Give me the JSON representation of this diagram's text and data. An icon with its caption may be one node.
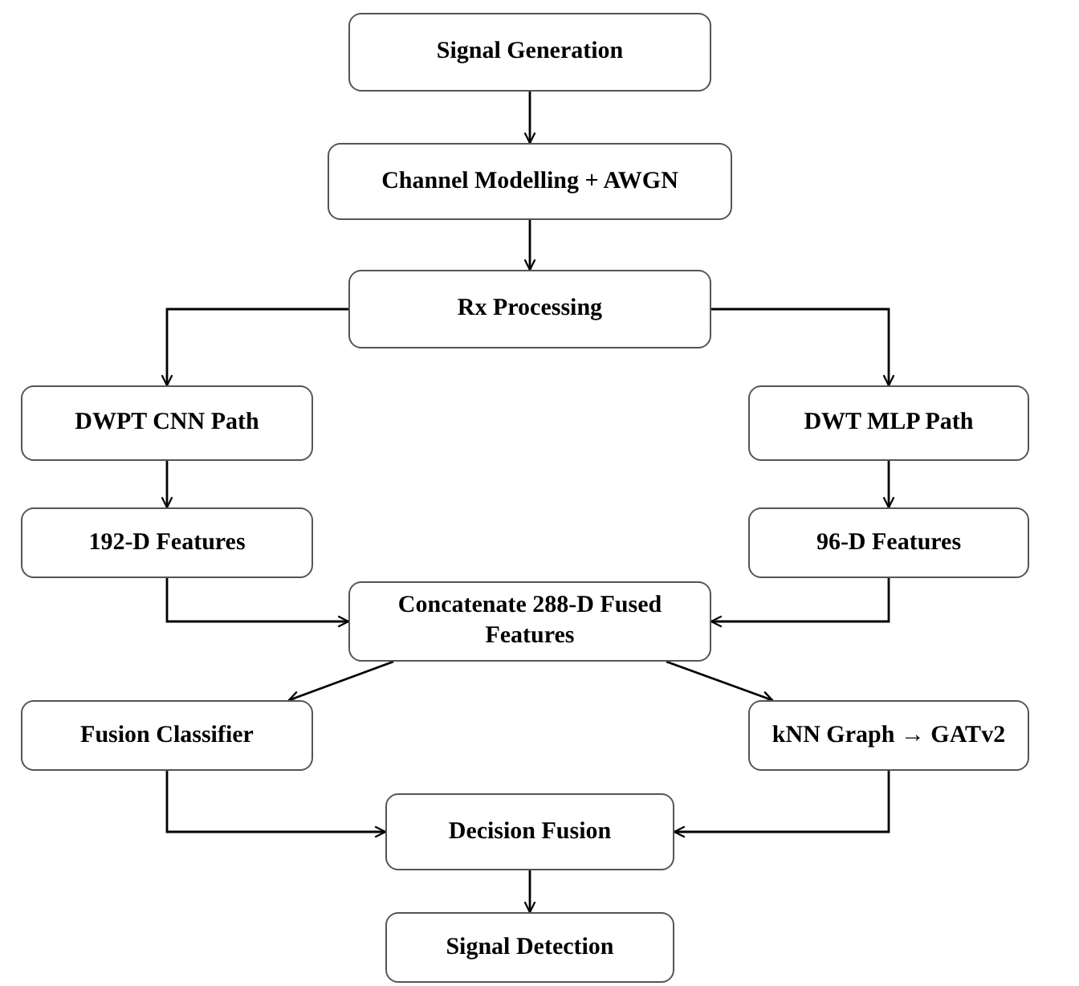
{
  "diagram": {
    "nodes": [
      {
        "text": [
          "Signal Generation"
        ]
      },
      {
        "text": [
          "Channel Modelling + AWGN"
        ]
      },
      {
        "text": [
          "Rx Processing"
        ]
      },
      {
        "text": [
          "DWPT CNN Path"
        ]
      },
      {
        "text": [
          "DWT MLP Path"
        ]
      },
      {
        "text": [
          "192-D Features"
        ]
      },
      {
        "text": [
          "96-D Features"
        ]
      },
      {
        "text": [
          "Concatenate 288-D Fused Features"
        ]
      },
      {
        "text": [
          "Fusion Classifier"
        ]
      },
      {
        "text": [
          "kNN Graph → GATv2"
        ]
      },
      {
        "text": [
          "Decision Fusion"
        ]
      },
      {
        "text": [
          "Signal Detection"
        ]
      }
    ],
    "edges": [
      {
        "from": 0,
        "to": 1,
        "arrow": "to"
      },
      {
        "from": 1,
        "to": 2,
        "arrow": "to"
      },
      {
        "from": 2,
        "to": 3,
        "arrow": "to"
      },
      {
        "from": 2,
        "to": 4,
        "arrow": "to"
      },
      {
        "from": 3,
        "to": 5,
        "arrow": "to"
      },
      {
        "from": 4,
        "to": 6,
        "arrow": "to"
      },
      {
        "from": 5,
        "to": 7,
        "arrow": "to"
      },
      {
        "from": 6,
        "to": 7,
        "arrow": "to"
      },
      {
        "from": 7,
        "to": 8,
        "arrow": "to"
      },
      {
        "from": 7,
        "to": 9,
        "arrow": "to"
      },
      {
        "from": 8,
        "to": 10,
        "arrow": "to"
      },
      {
        "from": 9,
        "to": 10,
        "arrow": "to"
      },
      {
        "from": 10,
        "to": 11,
        "arrow": "to"
      }
    ]
  }
}
